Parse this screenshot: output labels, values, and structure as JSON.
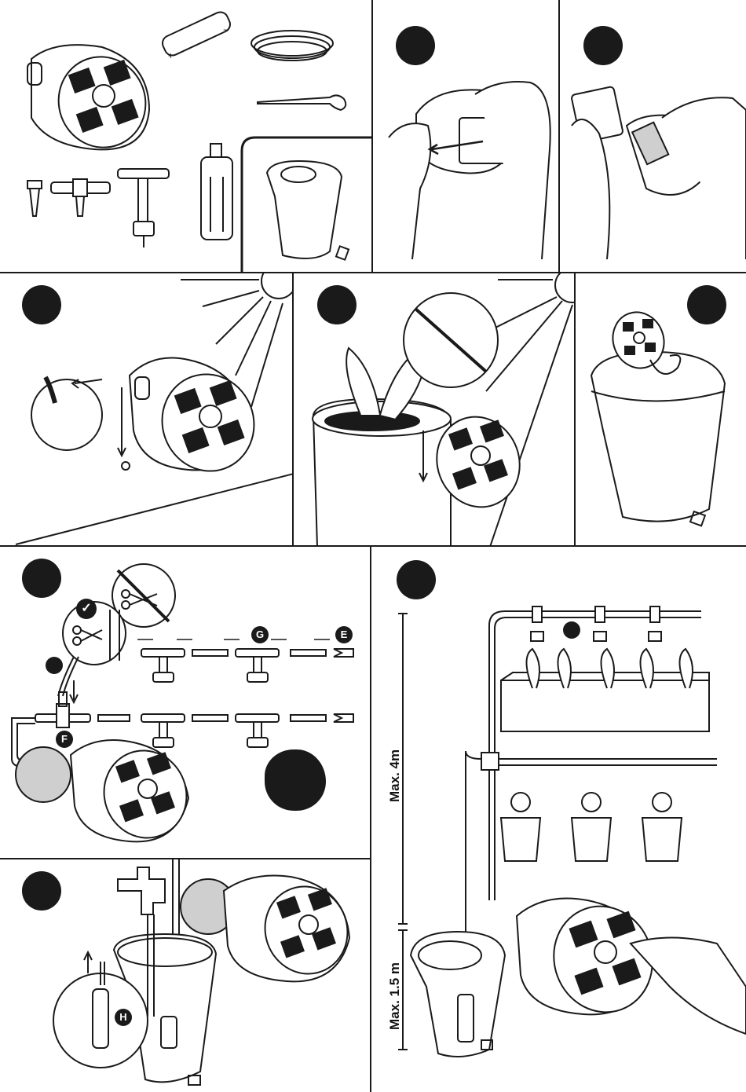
{
  "part_labels": {
    "e": "E",
    "f": "F",
    "g": "G",
    "h": "H"
  },
  "dimensions": {
    "upper_height": "Max. 4m",
    "lower_height": "Max. 1.5 m"
  },
  "colors": {
    "ink": "#1a1a1a",
    "paper": "#ffffff",
    "shade": "#cfcfcf"
  },
  "icons": [
    "solar-pump-icon",
    "battery-icon",
    "hose-coil-icon",
    "stake-wrench-icon",
    "connector-icon",
    "t-piece-icon",
    "dripper-icon",
    "filter-icon",
    "water-tank-icon",
    "hand-icon",
    "sun-icon",
    "plant-pot-icon",
    "checkmark-icon",
    "scissors-icon",
    "tap-icon",
    "flower-pot-icon"
  ]
}
